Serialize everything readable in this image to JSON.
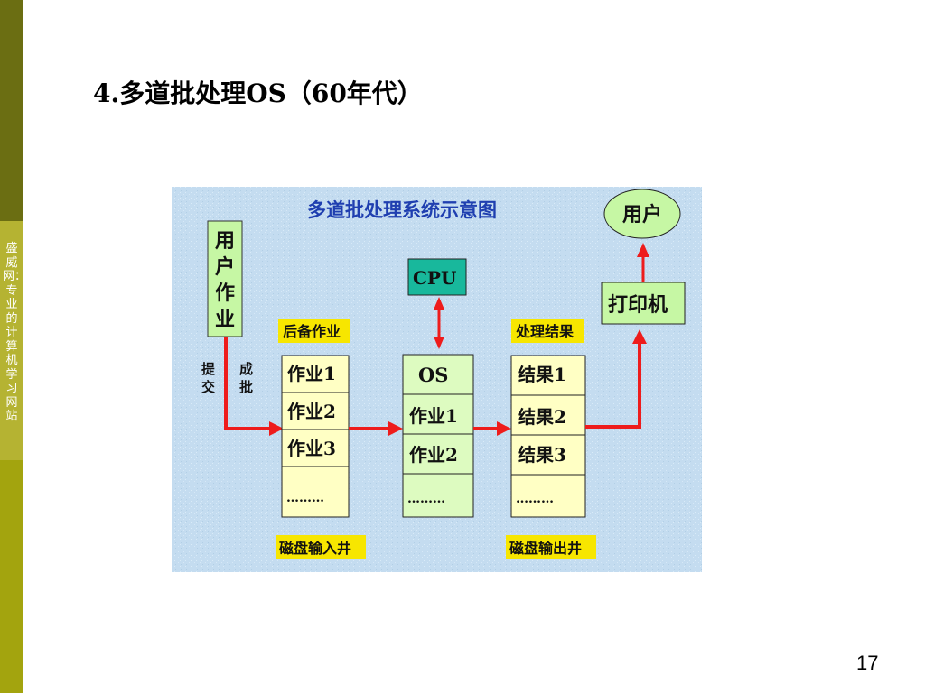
{
  "sidebar": {
    "text": "盛威网：专业的计算机学习网站"
  },
  "slide": {
    "title": "4.多道批处理OS（60年代）",
    "page_number": "17"
  },
  "diagram": {
    "title": "多道批处理系统示意图",
    "user_box": [
      "用",
      "户",
      "作",
      "业"
    ],
    "submit_label": [
      "提",
      "交"
    ],
    "batch_label": [
      "成",
      "批"
    ],
    "backup_jobs_label": "后备作业",
    "input_jobs": [
      "作业1",
      "作业2",
      "作业3",
      "………"
    ],
    "input_well_label": "磁盘输入井",
    "cpu_label": "CPU",
    "os_label": "OS",
    "os_jobs": [
      "作业1",
      "作业2",
      "………"
    ],
    "results_label": "处理结果",
    "results": [
      "结果1",
      "结果2",
      "结果3",
      "………"
    ],
    "output_well_label": "磁盘输出井",
    "printer_label": "打印机",
    "user_label": "用户"
  },
  "colors": {
    "sidebar_dark": "#6b6e12",
    "sidebar_light": "#b5b332",
    "diagram_bg": "#c4dcf0",
    "title_blue": "#1f3fb0",
    "arrow_red": "#ee1c1c",
    "label_yellow": "#f7e600",
    "cpu_teal": "#18b89c",
    "box_green": "#c6f7a4",
    "job_yellow": "#ffffc4",
    "os_green": "#ddfbc0"
  }
}
